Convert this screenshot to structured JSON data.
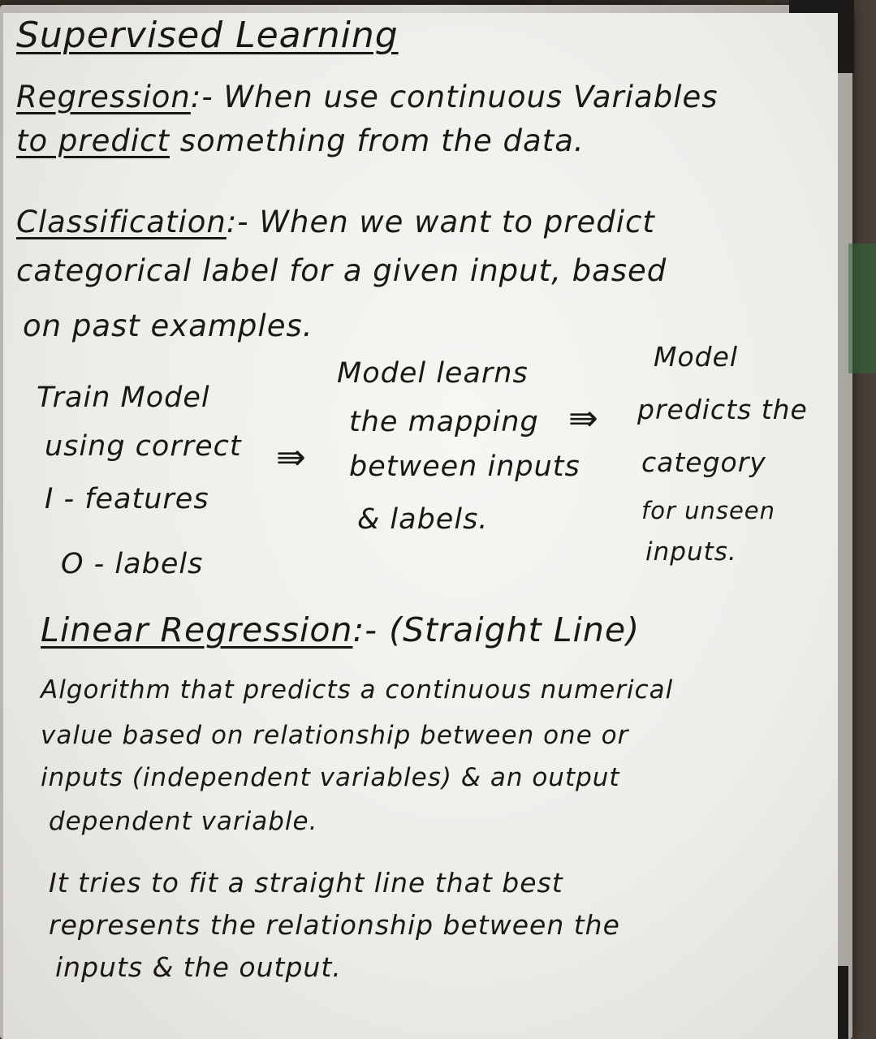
{
  "board": {
    "title": "Supervised Learning",
    "regression": {
      "heading": "Regression",
      "line1_rest": ":- When use continuous Variables",
      "line2_lead": "to predict",
      "line2_rest": " something from the data."
    },
    "classification": {
      "heading": "Classification",
      "line1_rest": ":- When we want to predict",
      "line2": "categorical label for a given input, based",
      "line3": "on past examples."
    },
    "flow": {
      "step1": [
        "Train Model",
        "using correct",
        "I - features",
        "O - labels"
      ],
      "arrow": "⇛",
      "step2": [
        "Model learns",
        "the mapping",
        "between inputs",
        "& labels."
      ],
      "step3": [
        "Model",
        "predicts the",
        "category",
        "for unseen",
        "inputs."
      ]
    },
    "linear_regression": {
      "heading": "Linear Regression",
      "heading_rest": ":- (Straight Line)",
      "lines": [
        "Algorithm that predicts a continuous numerical",
        "value based on relationship between one or",
        "inputs (independent variables) & an output",
        "dependent variable."
      ],
      "fit_lines": [
        "It tries to fit a straight line that best",
        "represents the relationship between the",
        "inputs & the output."
      ]
    }
  },
  "colors": {
    "ink": "#1a1715",
    "board": "#f1f1ee",
    "frame": "#c8c5c0"
  }
}
